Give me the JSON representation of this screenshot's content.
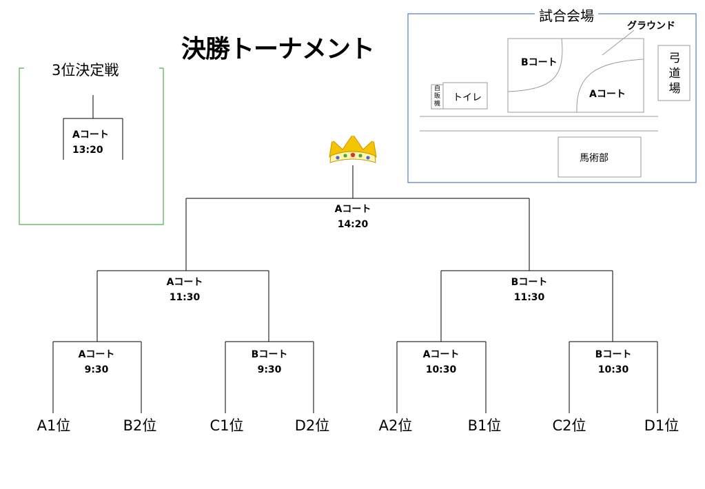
{
  "title": "決勝トーナメント",
  "third_place": {
    "heading": "3位決定戦",
    "court": "Aコート",
    "time": "13:20"
  },
  "final": {
    "court": "Aコート",
    "time": "14:20"
  },
  "semifinals": [
    {
      "court": "Aコート",
      "time": "11:30"
    },
    {
      "court": "Bコート",
      "time": "11:30"
    }
  ],
  "quarterfinals": [
    {
      "court": "Aコート",
      "time": "9:30"
    },
    {
      "court": "Bコート",
      "time": "9:30"
    },
    {
      "court": "Aコート",
      "time": "10:30"
    },
    {
      "court": "Bコート",
      "time": "10:30"
    }
  ],
  "teams": [
    "A1位",
    "B2位",
    "C1位",
    "D2位",
    "A2位",
    "B1位",
    "C2位",
    "D1位"
  ],
  "venue": {
    "heading": "試合会場",
    "ground": "グラウンド",
    "court_b": "Bコート",
    "court_a": "Aコート",
    "kyudo": "弓道場",
    "vending": "自販機",
    "toilet": "トイレ",
    "equestrian": "馬術部"
  },
  "colors": {
    "third_place_border": "#4caf50",
    "venue_border": "#4a7fc1",
    "crown_gold": "#f5c400",
    "crown_white": "#ffffff"
  },
  "icons": {
    "trophy": "crown-icon"
  }
}
